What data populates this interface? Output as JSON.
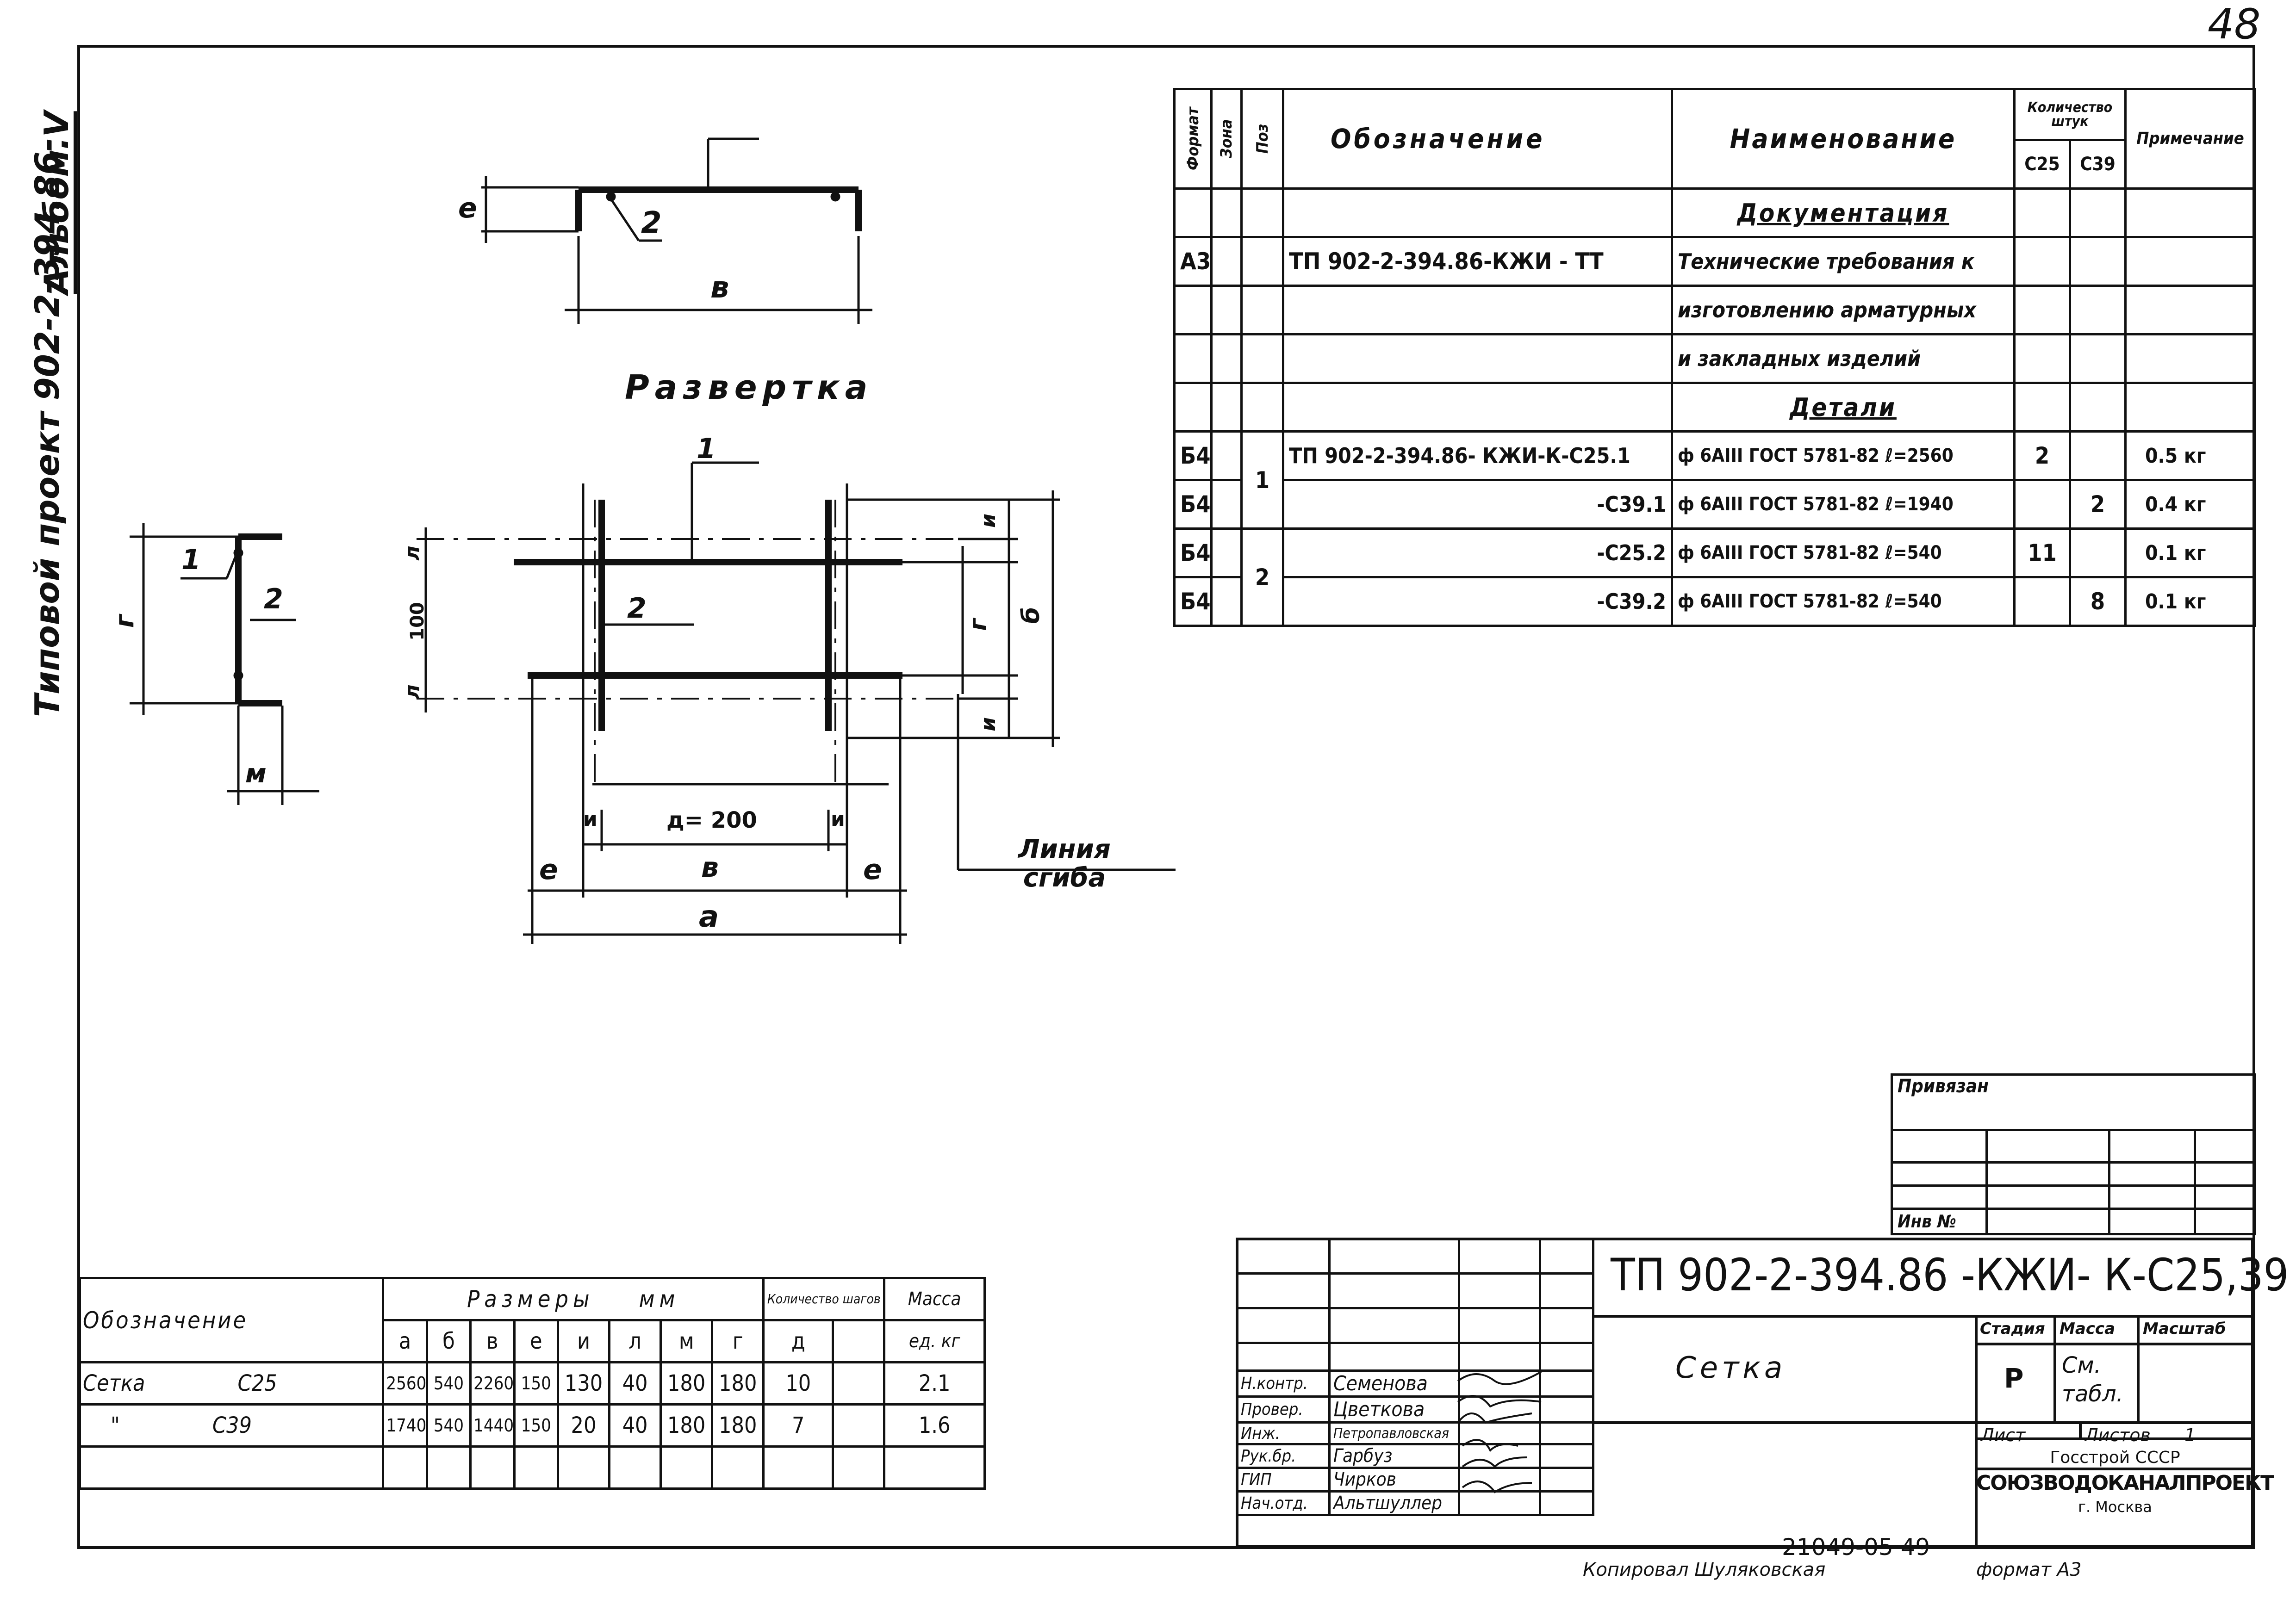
{
  "sheet_number": "48",
  "margin_text": {
    "album": "Альбом.V",
    "project": "Типовой проект 902-2-394.86-"
  },
  "drawing": {
    "unfolding_title": "Развертка",
    "bend_line": "Линия сгиба",
    "labels": {
      "pos1": "1",
      "pos2": "2",
      "e": "е",
      "b": "в",
      "a": "а",
      "g": "г",
      "i": "и",
      "l": "л",
      "m": "м",
      "bb": "б",
      "d200": "д= 200",
      "dim100": "100"
    }
  },
  "spec_table": {
    "headers": {
      "format": "Формат",
      "zone": "Зона",
      "pos": "Поз",
      "designation": "Обозначение",
      "name": "Наименование",
      "quantity": "Количество штук",
      "q_c25": "С25",
      "q_c39": "С39",
      "note": "Примечание"
    },
    "section_docs": "Документация",
    "doc_rows": [
      {
        "format": "А3",
        "designation": "ТП 902-2-394.86-КЖИ - ТТ",
        "name": "Технические требования к"
      },
      {
        "format": "",
        "designation": "",
        "name": "изготовлению арматурных"
      },
      {
        "format": "",
        "designation": "",
        "name": "и закладных изделий"
      }
    ],
    "section_details": "Детали",
    "detail_rows": [
      {
        "format": "Б4",
        "pos": "1",
        "designation": "ТП 902-2-394.86- КЖИ-К-С25.1",
        "name": "ф 6АIII ГОСТ 5781-82 ℓ=2560",
        "c25": "2",
        "c39": "",
        "note": "0.5 кг"
      },
      {
        "format": "Б4",
        "pos": "",
        "designation": "-С39.1",
        "name": "ф 6АIII ГОСТ 5781-82 ℓ=1940",
        "c25": "",
        "c39": "2",
        "note": "0.4 кг"
      },
      {
        "format": "Б4",
        "pos": "2",
        "designation": "-С25.2",
        "name": "ф 6АIII ГОСТ 5781-82 ℓ=540",
        "c25": "11",
        "c39": "",
        "note": "0.1 кг"
      },
      {
        "format": "Б4",
        "pos": "",
        "designation": "-С39.2",
        "name": "ф 6АIII ГОСТ 5781-82 ℓ=540",
        "c25": "",
        "c39": "8",
        "note": "0.1 кг"
      }
    ]
  },
  "dims_table": {
    "h_designation": "Обозначение",
    "h_sizes": "Размеры",
    "h_mm": "мм",
    "h_steps": "Количество шагов",
    "h_mass": "Масса",
    "h_mass_unit": "ед. кг",
    "cols": [
      "а",
      "б",
      "в",
      "е",
      "и",
      "л",
      "м",
      "г",
      "д"
    ],
    "rows": [
      {
        "name": "Сетка",
        "mark": "С25",
        "vals": [
          "2560",
          "540",
          "2260",
          "150",
          "130",
          "40",
          "180",
          "180",
          "10"
        ],
        "mass": "2.1"
      },
      {
        "name": "\"",
        "mark": "С39",
        "vals": [
          "1740",
          "540",
          "1440",
          "150",
          "20",
          "40",
          "180",
          "180",
          "7"
        ],
        "mass": "1.6"
      }
    ]
  },
  "binding_block": {
    "bound": "Привязан",
    "inv": "Инв №"
  },
  "title_block": {
    "code": "ТП 902-2-394.86 -КЖИ- К-С25,39",
    "item_name": "Сетка",
    "stage_h": "Стадия",
    "mass_h": "Масса",
    "scale_h": "Масштаб",
    "stage": "Р",
    "mass": "См. табл.",
    "sheet_h": "Лист",
    "sheets_h": "Листов",
    "sheets": "1",
    "org1": "Госстрой СССР",
    "org2": "СОЮЗВОДОКАНАЛПРОЕКТ",
    "org3": "г. Москва",
    "people": [
      {
        "role": "Н.контр.",
        "name": "Семенова"
      },
      {
        "role": "Провер.",
        "name": "Цветкова"
      },
      {
        "role": "Инж.",
        "name": "Петропавловская"
      },
      {
        "role": "Рук.бр.",
        "name": "Гарбуз"
      },
      {
        "role": "ГИП",
        "name": "Чирков"
      },
      {
        "role": "Нач.отд.",
        "name": "Альтшуллер"
      }
    ]
  },
  "footer": {
    "copied": "Копировал Шуляковская",
    "number": "21049-05 49",
    "format": "формат А3"
  }
}
